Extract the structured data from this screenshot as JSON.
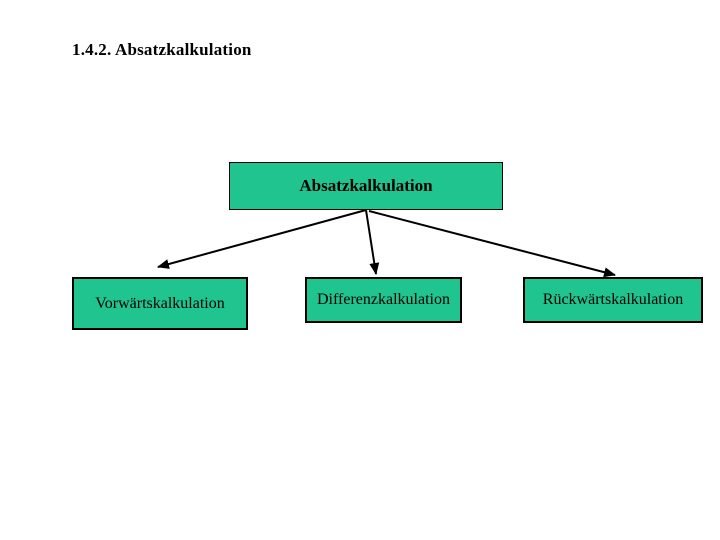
{
  "slide": {
    "title": "1.4.2. Absatzkalkulation",
    "background_color": "#ffffff"
  },
  "diagram": {
    "root": {
      "label": "Absatzkalkulation"
    },
    "children": [
      {
        "label": "Vorwärtskalkulation"
      },
      {
        "label": "Differenzkalkulation"
      },
      {
        "label": "Rückwärtskalkulation"
      }
    ],
    "box_fill_color": "#1fc48f",
    "box_border_color": "#000000",
    "arrow_color": "#000000"
  }
}
